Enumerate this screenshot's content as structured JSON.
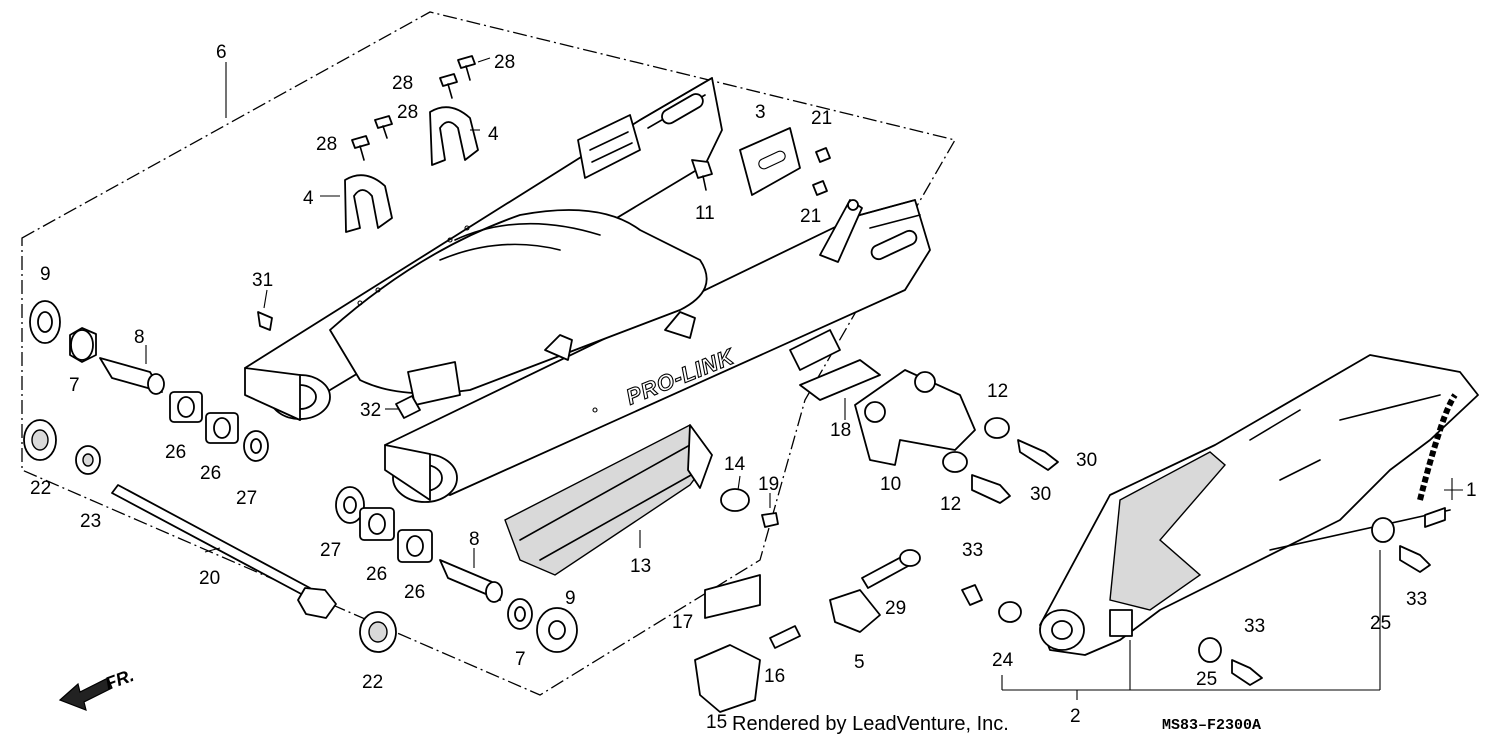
{
  "diagram": {
    "callouts": [
      "1",
      "2",
      "3",
      "4",
      "4",
      "5",
      "6",
      "7",
      "7",
      "8",
      "8",
      "9",
      "9",
      "10",
      "11",
      "12",
      "12",
      "13",
      "14",
      "15",
      "16",
      "17",
      "18",
      "19",
      "20",
      "21",
      "21",
      "22",
      "22",
      "23",
      "24",
      "25",
      "25",
      "26",
      "26",
      "26",
      "26",
      "27",
      "27",
      "28",
      "28",
      "28",
      "28",
      "29",
      "30",
      "30",
      "31",
      "32",
      "33",
      "33",
      "33"
    ],
    "brand_text": "PRO-LINK",
    "direction_label": "FR.",
    "credit": "Rendered by LeadVenture, Inc.",
    "diagram_code": "MS83–F2300A"
  }
}
